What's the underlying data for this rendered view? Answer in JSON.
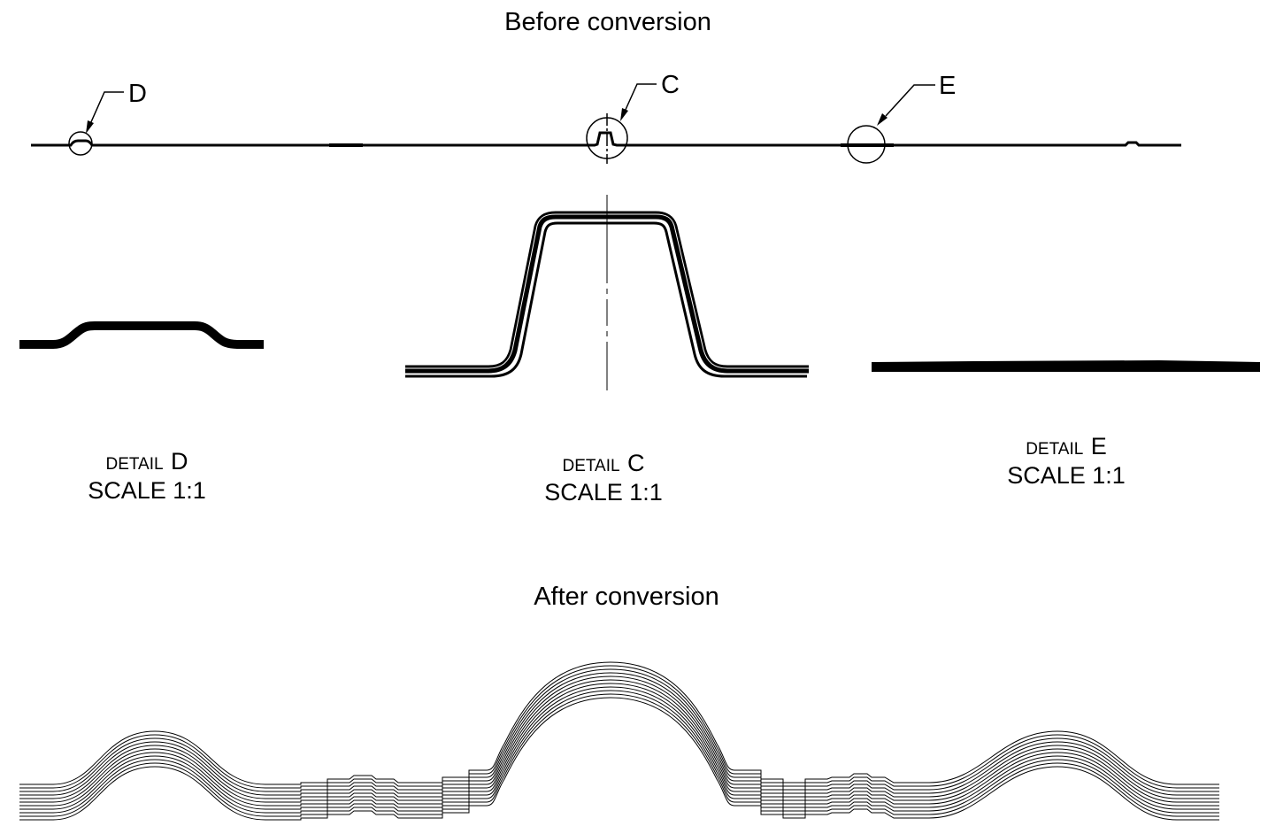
{
  "titles": {
    "before": "Before conversion",
    "after": "After conversion"
  },
  "callouts": {
    "d": "D",
    "c": "C",
    "e": "E"
  },
  "details": [
    {
      "prefix": "DETAIL",
      "letter": "D",
      "scale": "SCALE 1:1"
    },
    {
      "prefix": "DETAIL",
      "letter": "C",
      "scale": "SCALE 1:1"
    },
    {
      "prefix": "DETAIL",
      "letter": "E",
      "scale": "SCALE 1:1"
    }
  ],
  "colors": {
    "ink": "#000000",
    "background": "#ffffff"
  }
}
